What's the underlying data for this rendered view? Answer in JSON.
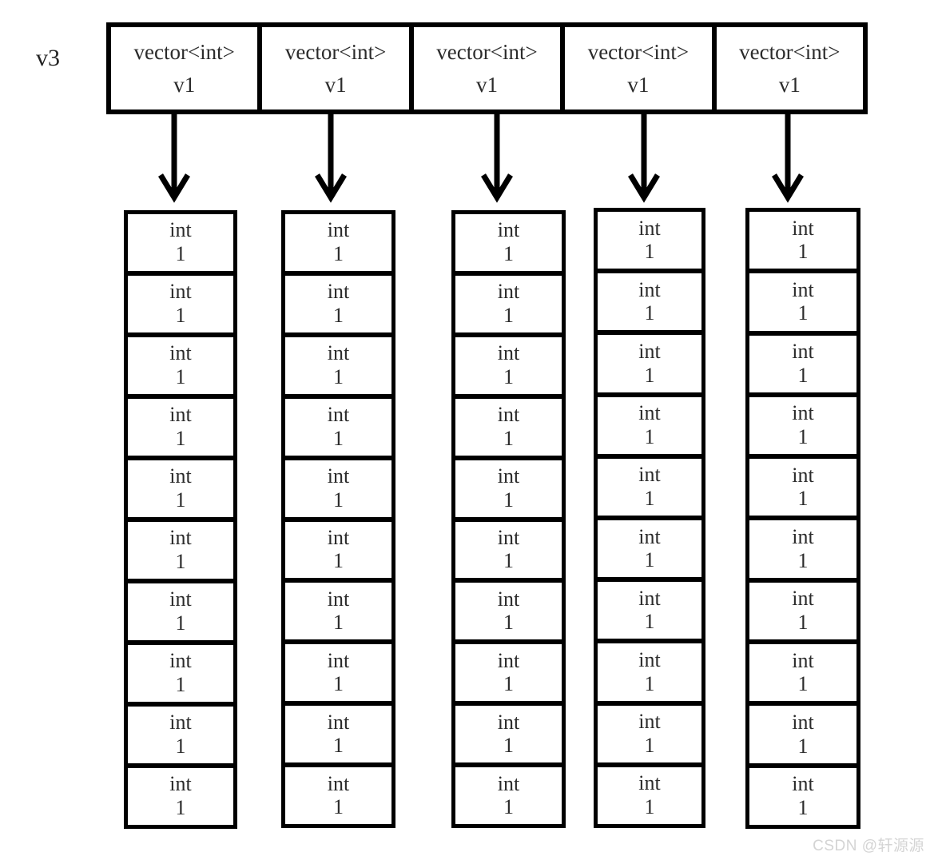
{
  "diagram": {
    "outer_label": "v3",
    "header_row": {
      "boxes": [
        {
          "type_label": "vector<int>",
          "name_label": "v1"
        },
        {
          "type_label": "vector<int>",
          "name_label": "v1"
        },
        {
          "type_label": "vector<int>",
          "name_label": "v1"
        },
        {
          "type_label": "vector<int>",
          "name_label": "v1"
        },
        {
          "type_label": "vector<int>",
          "name_label": "v1"
        }
      ]
    },
    "arrows": {
      "count": 5,
      "icon": "down-arrow-icon",
      "direction": "down"
    },
    "columns": [
      {
        "cells": [
          {
            "type_label": "int",
            "value": "1"
          },
          {
            "type_label": "int",
            "value": "1"
          },
          {
            "type_label": "int",
            "value": "1"
          },
          {
            "type_label": "int",
            "value": "1"
          },
          {
            "type_label": "int",
            "value": "1"
          },
          {
            "type_label": "int",
            "value": "1"
          },
          {
            "type_label": "int",
            "value": "1"
          },
          {
            "type_label": "int",
            "value": "1"
          },
          {
            "type_label": "int",
            "value": "1"
          },
          {
            "type_label": "int",
            "value": "1"
          }
        ]
      },
      {
        "cells": [
          {
            "type_label": "int",
            "value": "1"
          },
          {
            "type_label": "int",
            "value": "1"
          },
          {
            "type_label": "int",
            "value": "1"
          },
          {
            "type_label": "int",
            "value": "1"
          },
          {
            "type_label": "int",
            "value": "1"
          },
          {
            "type_label": "int",
            "value": "1"
          },
          {
            "type_label": "int",
            "value": "1"
          },
          {
            "type_label": "int",
            "value": "1"
          },
          {
            "type_label": "int",
            "value": "1"
          },
          {
            "type_label": "int",
            "value": "1"
          }
        ]
      },
      {
        "cells": [
          {
            "type_label": "int",
            "value": "1"
          },
          {
            "type_label": "int",
            "value": "1"
          },
          {
            "type_label": "int",
            "value": "1"
          },
          {
            "type_label": "int",
            "value": "1"
          },
          {
            "type_label": "int",
            "value": "1"
          },
          {
            "type_label": "int",
            "value": "1"
          },
          {
            "type_label": "int",
            "value": "1"
          },
          {
            "type_label": "int",
            "value": "1"
          },
          {
            "type_label": "int",
            "value": "1"
          },
          {
            "type_label": "int",
            "value": "1"
          }
        ]
      },
      {
        "cells": [
          {
            "type_label": "int",
            "value": "1"
          },
          {
            "type_label": "int",
            "value": "1"
          },
          {
            "type_label": "int",
            "value": "1"
          },
          {
            "type_label": "int",
            "value": "1"
          },
          {
            "type_label": "int",
            "value": "1"
          },
          {
            "type_label": "int",
            "value": "1"
          },
          {
            "type_label": "int",
            "value": "1"
          },
          {
            "type_label": "int",
            "value": "1"
          },
          {
            "type_label": "int",
            "value": "1"
          },
          {
            "type_label": "int",
            "value": "1"
          }
        ]
      },
      {
        "cells": [
          {
            "type_label": "int",
            "value": "1"
          },
          {
            "type_label": "int",
            "value": "1"
          },
          {
            "type_label": "int",
            "value": "1"
          },
          {
            "type_label": "int",
            "value": "1"
          },
          {
            "type_label": "int",
            "value": "1"
          },
          {
            "type_label": "int",
            "value": "1"
          },
          {
            "type_label": "int",
            "value": "1"
          },
          {
            "type_label": "int",
            "value": "1"
          },
          {
            "type_label": "int",
            "value": "1"
          },
          {
            "type_label": "int",
            "value": "1"
          }
        ]
      }
    ],
    "colors": {
      "border": "#000000",
      "text": "#2b2b2b",
      "watermark": "#d4d4d4",
      "background": "#ffffff"
    }
  },
  "watermark": {
    "text": "CSDN @轩源源"
  }
}
